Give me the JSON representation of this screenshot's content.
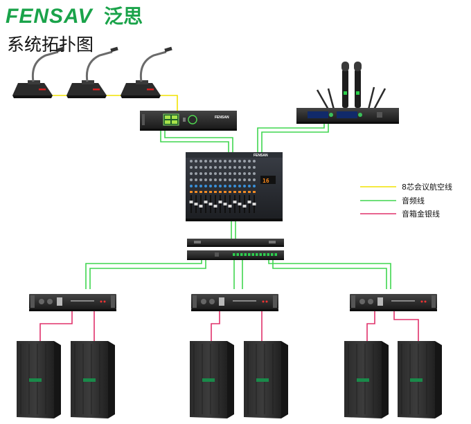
{
  "header": {
    "brand_latin": "FENSAV",
    "brand_cn": "泛思",
    "title": "系统拓扑图"
  },
  "legend": [
    {
      "label": "8芯会议航空线",
      "color": "#f2e200"
    },
    {
      "label": "音频线",
      "color": "#3fd64f"
    },
    {
      "label": "音箱金银线",
      "color": "#e0306a"
    }
  ],
  "devices": {
    "controller_brand": "FENSAN",
    "mixer_brand": "FENSAN",
    "mixer_display": "16"
  },
  "icons": {
    "microphone": "gooseneck-conference-mic-icon",
    "controller": "conference-controller-icon",
    "wireless": "wireless-mic-receiver-icon",
    "mixer": "audio-mixer-icon",
    "processor": "signal-processor-icon",
    "distributor": "audio-distributor-icon",
    "amplifier": "power-amplifier-icon",
    "speaker": "loudspeaker-icon"
  }
}
